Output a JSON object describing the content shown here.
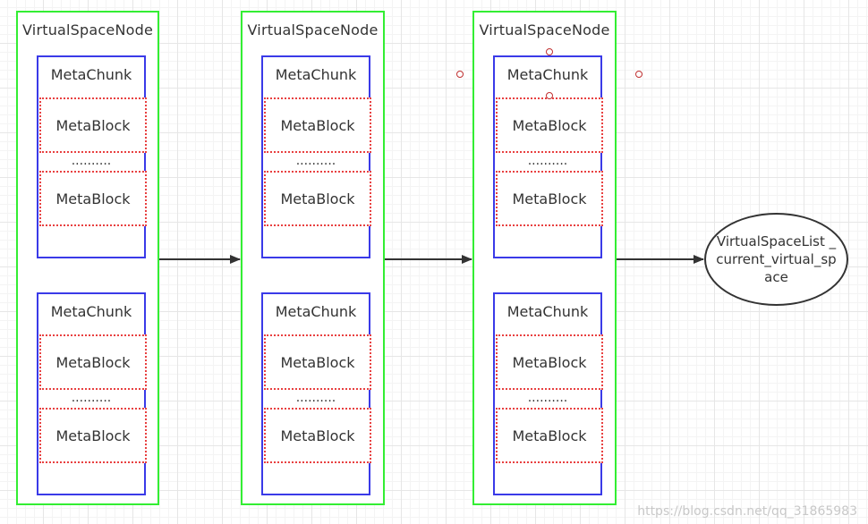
{
  "nodes": [
    {
      "title": "VirtualSpaceNode",
      "chunks": [
        {
          "title": "MetaChunk",
          "blocks": [
            "MetaBlock",
            "MetaBlock"
          ],
          "ellipsis": ".........."
        },
        {
          "title": "MetaChunk",
          "blocks": [
            "MetaBlock",
            "MetaBlock"
          ],
          "ellipsis": ".........."
        }
      ]
    },
    {
      "title": "VirtualSpaceNode",
      "chunks": [
        {
          "title": "MetaChunk",
          "blocks": [
            "MetaBlock",
            "MetaBlock"
          ],
          "ellipsis": ".........."
        },
        {
          "title": "MetaChunk",
          "blocks": [
            "MetaBlock",
            "MetaBlock"
          ],
          "ellipsis": ".........."
        }
      ]
    },
    {
      "title": "VirtualSpaceNode",
      "chunks": [
        {
          "title": "MetaChunk",
          "blocks": [
            "MetaBlock",
            "MetaBlock"
          ],
          "ellipsis": ".........."
        },
        {
          "title": "MetaChunk",
          "blocks": [
            "MetaBlock",
            "MetaBlock"
          ],
          "ellipsis": ".........."
        }
      ]
    }
  ],
  "terminal": {
    "label": "VirtualSpaceList _current_virtual_space"
  },
  "watermark": "https://blog.csdn.net/qq_31865983",
  "colors": {
    "node_border": "#33ee33",
    "chunk_border": "#3a3ae8",
    "block_border": "#e84040",
    "arrow": "#333333"
  }
}
